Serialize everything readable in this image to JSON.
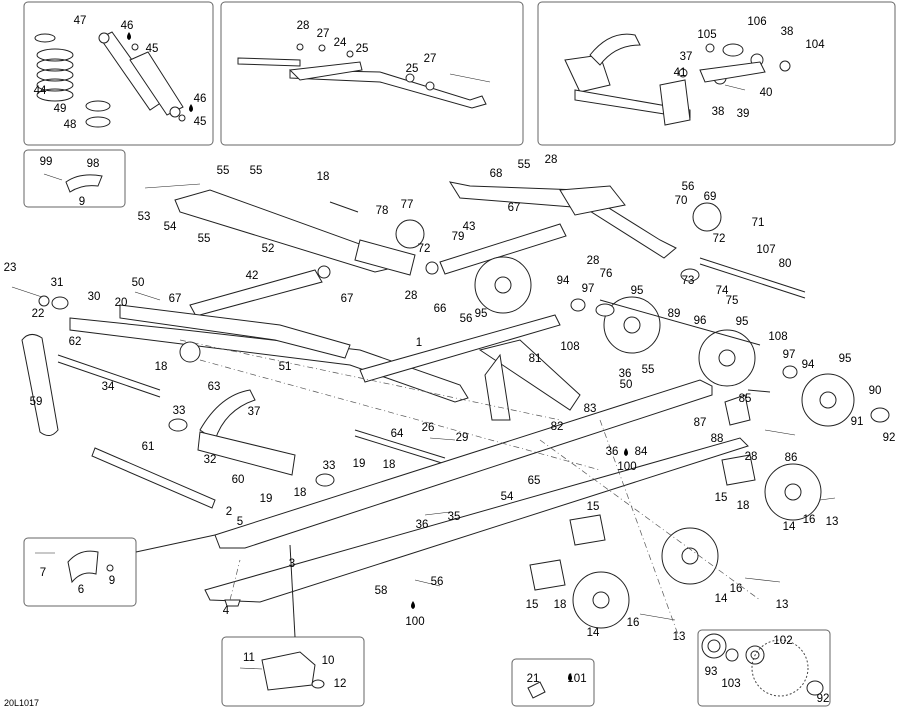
{
  "diagram": {
    "reference_code": "20L1017",
    "callouts": [
      "47",
      "46",
      "45",
      "44",
      "49",
      "48",
      "46",
      "45",
      "28",
      "27",
      "24",
      "25",
      "27",
      "25",
      "105",
      "106",
      "38",
      "104",
      "37",
      "41",
      "40",
      "38",
      "39",
      "99",
      "98",
      "9",
      "55",
      "55",
      "18",
      "53",
      "54",
      "55",
      "52",
      "78",
      "77",
      "72",
      "79",
      "43",
      "67",
      "68",
      "55",
      "28",
      "56",
      "70",
      "69",
      "71",
      "72",
      "107",
      "80",
      "28",
      "76",
      "73",
      "74",
      "75",
      "23",
      "31",
      "50",
      "30",
      "20",
      "22",
      "67",
      "42",
      "67",
      "28",
      "66",
      "56",
      "95",
      "94",
      "97",
      "95",
      "89",
      "96",
      "95",
      "108",
      "108",
      "97",
      "94",
      "95",
      "62",
      "18",
      "1",
      "51",
      "63",
      "36",
      "55",
      "50",
      "85",
      "90",
      "91",
      "92",
      "34",
      "33",
      "37",
      "59",
      "81",
      "83",
      "82",
      "87",
      "88",
      "26",
      "29",
      "64",
      "36",
      "100",
      "84",
      "86",
      "28",
      "61",
      "32",
      "60",
      "33",
      "19",
      "18",
      "65",
      "54",
      "15",
      "18",
      "15",
      "18",
      "19",
      "35",
      "36",
      "2",
      "5",
      "16",
      "13",
      "14",
      "7",
      "6",
      "9",
      "3",
      "56",
      "58",
      "14",
      "16",
      "13",
      "100",
      "15",
      "18",
      "14",
      "16",
      "13",
      "4",
      "11",
      "10",
      "12",
      "21",
      "101",
      "102",
      "93",
      "103",
      "92"
    ]
  }
}
